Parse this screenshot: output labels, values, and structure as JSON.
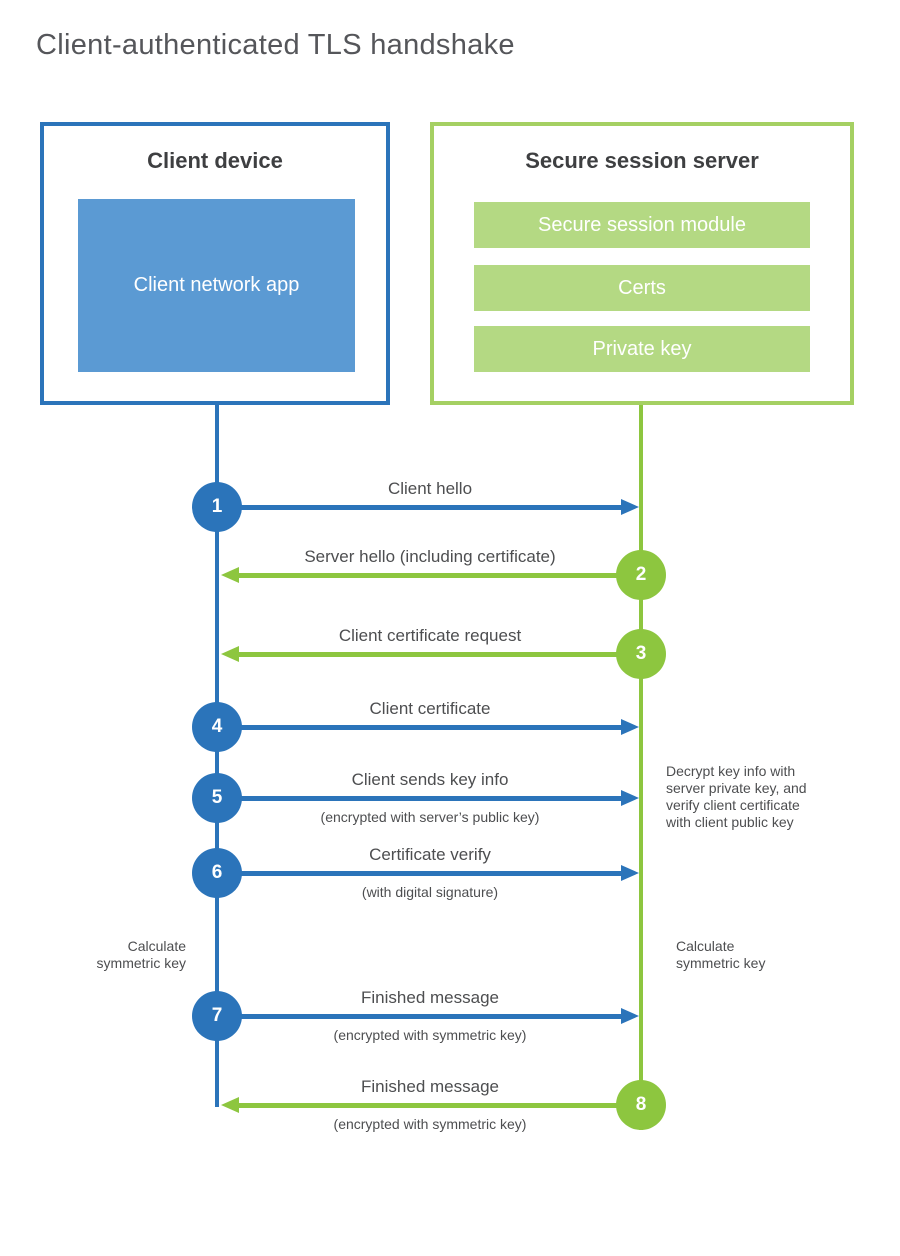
{
  "title": "Client-authenticated TLS handshake",
  "client_box": {
    "heading": "Client device",
    "app": "Client network app"
  },
  "server_box": {
    "heading": "Secure session server",
    "modules": [
      "Secure session module",
      "Certs",
      "Private key"
    ]
  },
  "steps": [
    {
      "num": "1",
      "label": "Client hello",
      "sublabel": "",
      "direction": "client-to-server"
    },
    {
      "num": "2",
      "label": "Server hello (including certificate)",
      "sublabel": "",
      "direction": "server-to-client"
    },
    {
      "num": "3",
      "label": "Client certificate request",
      "sublabel": "",
      "direction": "server-to-client"
    },
    {
      "num": "4",
      "label": "Client certificate",
      "sublabel": "",
      "direction": "client-to-server"
    },
    {
      "num": "5",
      "label": "Client sends key info",
      "sublabel": "(encrypted with server’s public key)",
      "direction": "client-to-server"
    },
    {
      "num": "6",
      "label": "Certificate verify",
      "sublabel": "(with digital signature)",
      "direction": "client-to-server"
    },
    {
      "num": "7",
      "label": "Finished message",
      "sublabel": "(encrypted with symmetric key)",
      "direction": "client-to-server"
    },
    {
      "num": "8",
      "label": "Finished message",
      "sublabel": "(encrypted with symmetric key)",
      "direction": "server-to-client"
    }
  ],
  "annotations": {
    "server_note": "Decrypt key info with server private key, and verify client certificate with client public key",
    "client_calc": "Calculate symmetric key",
    "server_calc": "Calculate symmetric key"
  },
  "colors": {
    "blue_stroke": "#2b74ba",
    "blue_fill": "#5b9ad3",
    "green_stroke": "#8dc63f",
    "green_border": "#a5d063",
    "green_fill": "#b4d983",
    "label_text": "#4d4e50",
    "heading_text": "#3e3f41",
    "title_text": "#55565a"
  }
}
